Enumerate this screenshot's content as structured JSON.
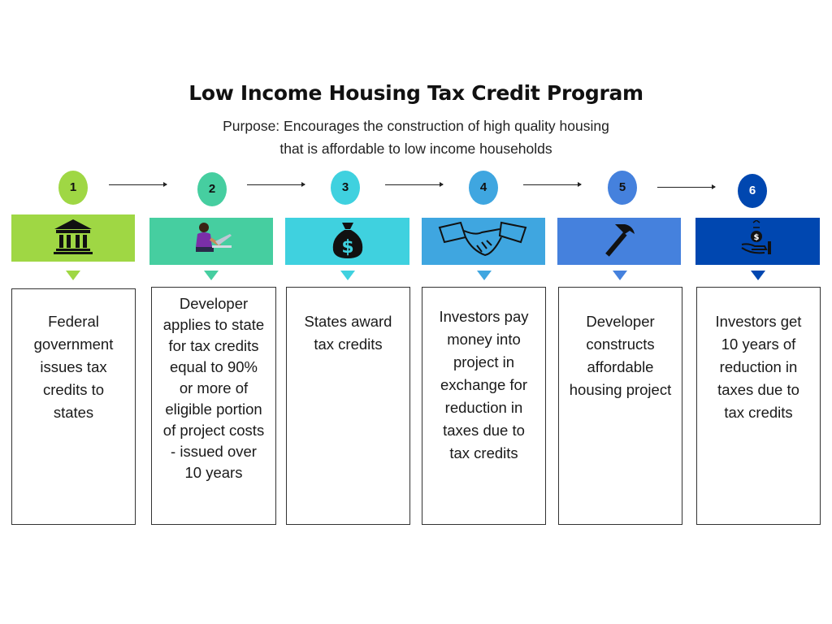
{
  "header": {
    "title": "Low Income Housing Tax Credit Program",
    "subtitle": "Purpose:  Encourages the construction of high quality housing that is affordable to low income households"
  },
  "steps": [
    {
      "number": "1",
      "text": "Federal government issues tax credits to states",
      "icon": "bank-building-icon",
      "color": "#9fd744",
      "num_color": "#9fd744"
    },
    {
      "number": "2",
      "text": "Developer applies to state for tax credits equal to 90% or more of eligible portion of project costs - issued over 10 years",
      "icon": "person-at-laptop-icon",
      "color": "#46cea0",
      "num_color": "#46cea0"
    },
    {
      "number": "3",
      "text": "States award tax credits",
      "icon": "money-bag-icon",
      "color": "#3fd1df",
      "num_color": "#3fd1df"
    },
    {
      "number": "4",
      "text": "Investors pay money into project in exchange for reduction in taxes due to tax credits",
      "icon": "handshake-icon",
      "color": "#3fa6e0",
      "num_color": "#3fa6e0"
    },
    {
      "number": "5",
      "text": "Developer constructs affordable housing project",
      "icon": "hammer-icon",
      "color": "#4581dd",
      "num_color": "#4581dd"
    },
    {
      "number": "6",
      "text": "Investors get 10 years of reduction in taxes due to tax credits",
      "icon": "hand-coin-icon",
      "color": "#0047b0",
      "num_color": "#0047b0"
    }
  ]
}
